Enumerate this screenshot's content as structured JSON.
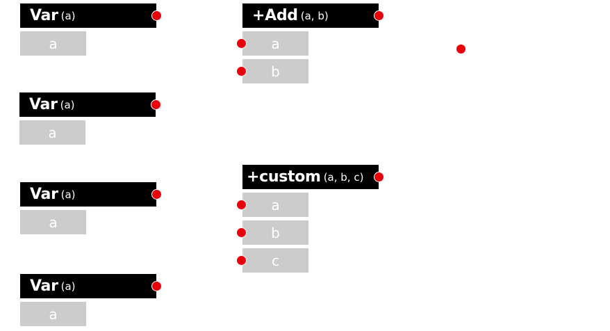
{
  "colors": {
    "header_bg": "#000000",
    "header_text": "#ffffff",
    "port_bg": "#cccccc",
    "port_text": "#ffffff",
    "connector": "#e8000b"
  },
  "nodes": {
    "var1": {
      "name": "Var",
      "signature": "(a)",
      "ports": [
        "a"
      ]
    },
    "var2": {
      "name": "Var",
      "signature": "(a)",
      "ports": [
        "a"
      ]
    },
    "var3": {
      "name": "Var",
      "signature": "(a)",
      "ports": [
        "a"
      ]
    },
    "var4": {
      "name": "Var",
      "signature": "(a)",
      "ports": [
        "a"
      ]
    },
    "add": {
      "name": "+Add",
      "signature": "(a, b)",
      "ports": [
        "a",
        "b"
      ]
    },
    "custom": {
      "name": "+custom",
      "signature": "(a, b, c)",
      "ports": [
        "a",
        "b",
        "c"
      ]
    }
  }
}
